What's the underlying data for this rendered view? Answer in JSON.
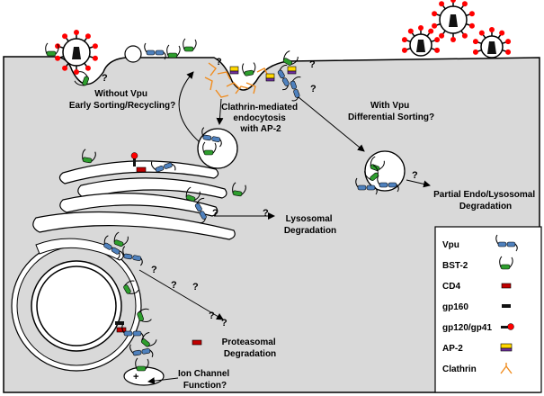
{
  "labels": {
    "without_vpu": [
      "Without Vpu",
      "Early Sorting/Recycling?"
    ],
    "clathrin": [
      "Clathrin-mediated",
      "endocytosis",
      "with AP-2"
    ],
    "with_vpu": [
      "With Vpu",
      "Differential Sorting?"
    ],
    "partial": [
      "Partial Endo/Lysosomal",
      "Degradation"
    ],
    "lysosomal": [
      "Lysosomal",
      "Degradation"
    ],
    "proteasomal": [
      "Proteasomal",
      "Degradation"
    ],
    "ion": [
      "Ion Channel",
      "Function?"
    ],
    "question": "?",
    "plus": "+"
  },
  "legend": [
    {
      "label": "Vpu",
      "icon": "vpu-icon"
    },
    {
      "label": "BST-2",
      "icon": "bst2-icon"
    },
    {
      "label": "CD4",
      "icon": "cd4-icon"
    },
    {
      "label": "gp160",
      "icon": "gp160-icon"
    },
    {
      "label": "gp120/gp41",
      "icon": "gp120-gp41-icon"
    },
    {
      "label": "AP-2",
      "icon": "ap2-icon"
    },
    {
      "label": "Clathrin",
      "icon": "clathrin-icon"
    }
  ],
  "colors": {
    "cell": "#d9d9d9",
    "vpu": "#4f81bd",
    "bst2": "#2e9e2e",
    "cd4": "#c00000",
    "gp160": "#111111",
    "gp41_head": "#ff0000",
    "ap2_a": "#ffd700",
    "ap2_b": "#7030a0",
    "clathrin": "#f08c1e"
  }
}
